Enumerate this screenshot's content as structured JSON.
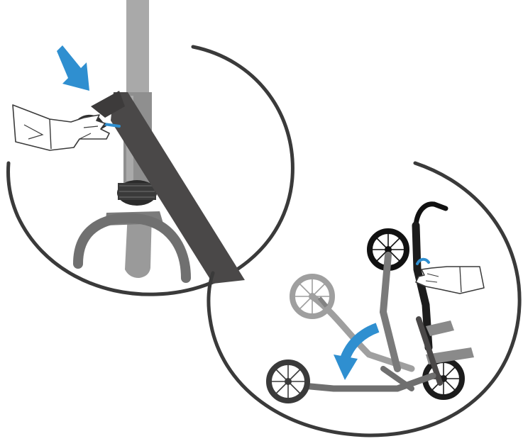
{
  "figure": {
    "panels": [
      {
        "id": "detail",
        "depicts": "hand-releasing-folding-latch"
      },
      {
        "id": "overview",
        "depicts": "scooter-folding-sequence"
      }
    ],
    "colors": {
      "outline": "#3a3a3a",
      "frame_dark": "#4a4848",
      "frame_mid": "#6f6f6f",
      "stem_light": "#a9a9a9",
      "ghost_grey": "#9a9a9a",
      "accent_blue": "#2f8fd0",
      "hand_fill": "#ffffff",
      "black": "#111111"
    },
    "icons": [
      "down-press-arrow-icon",
      "fold-direction-arrow-icon",
      "hand-icon",
      "wheel-icon"
    ]
  }
}
